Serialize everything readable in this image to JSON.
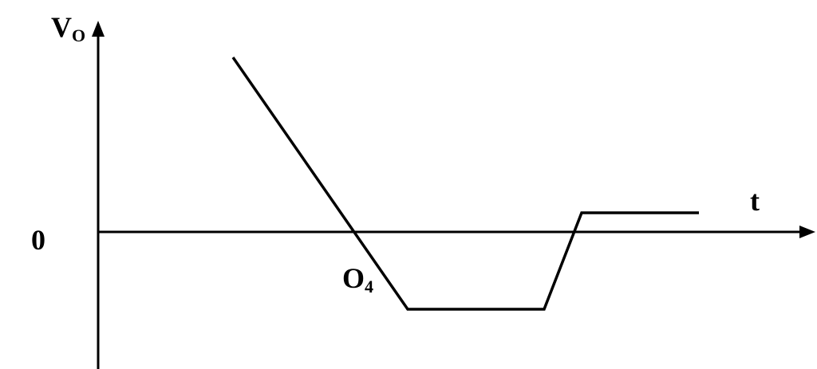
{
  "axes": {
    "y_label": "V",
    "y_label_sub": "O",
    "x_label": "t",
    "origin_label": "0"
  },
  "annotation": {
    "point_label": "O",
    "point_label_sub": "4"
  },
  "colors": {
    "stroke": "#000000",
    "background": "#ffffff"
  }
}
